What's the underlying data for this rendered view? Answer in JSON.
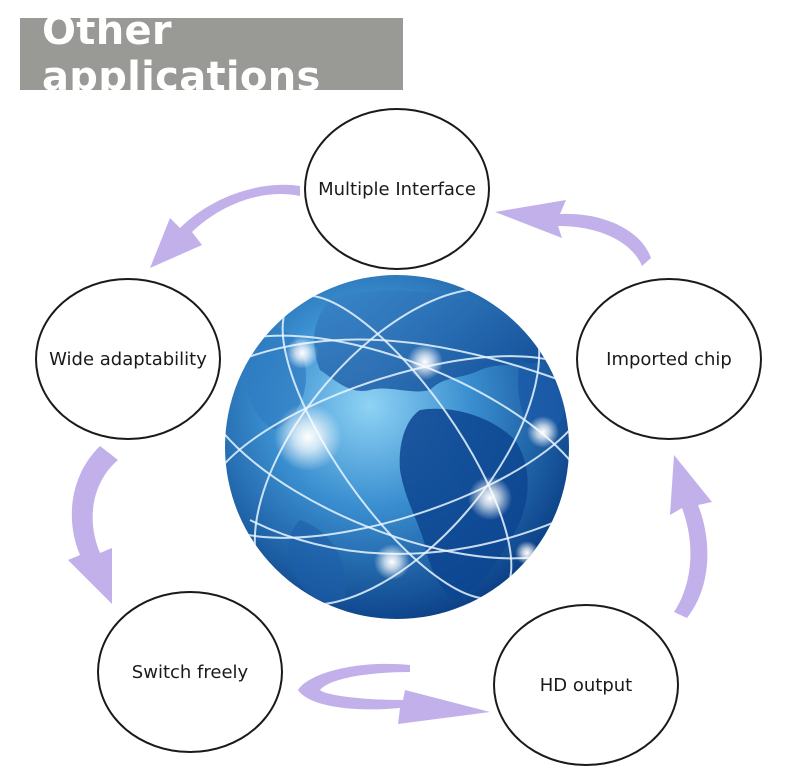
{
  "header": {
    "title": "Other applications"
  },
  "nodes": {
    "multiple_interface": "Multiple Interface",
    "imported_chip": "Imported chip",
    "hd_output": "HD output",
    "switch_freely": "Switch freely",
    "wide_adaptability": "Wide adaptability"
  },
  "colors": {
    "banner": "#999996",
    "arrow": "#c2b0ea",
    "globe_dark": "#0f4f9e",
    "globe_light": "#7cc4ee"
  },
  "icons": {
    "center": "globe-icon",
    "connectors": "curved-arrow-icon"
  }
}
